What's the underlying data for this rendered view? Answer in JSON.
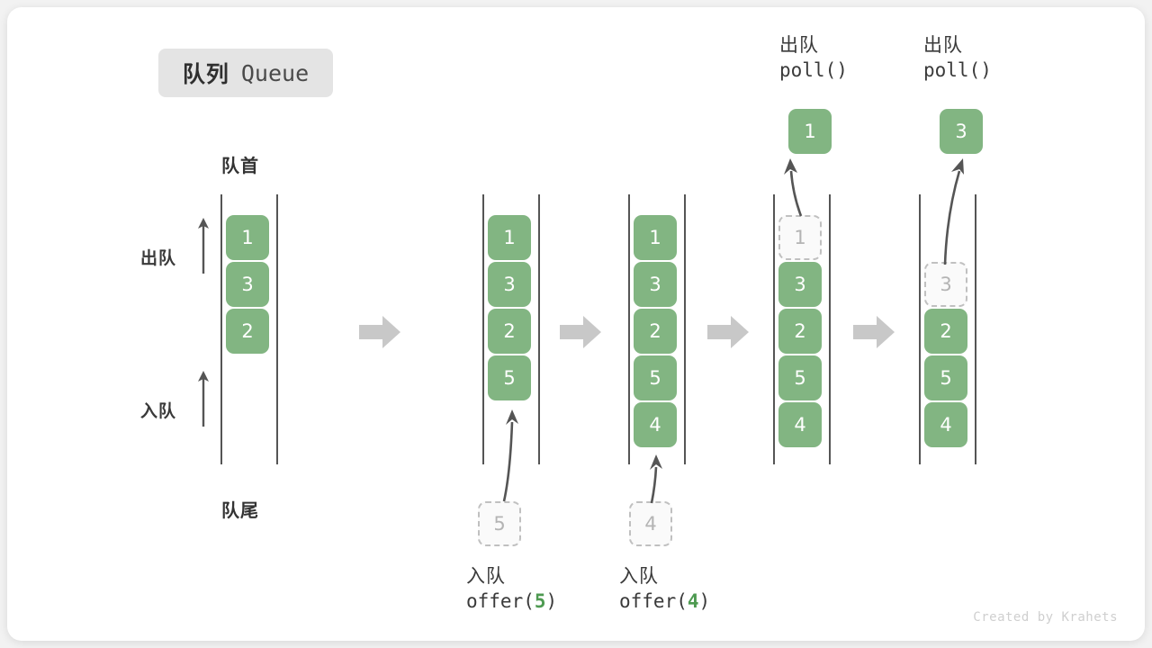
{
  "title": {
    "cn": "队列",
    "en": "Queue"
  },
  "labels": {
    "front": "队首",
    "rear": "队尾",
    "dequeue": "出队",
    "enqueue": "入队"
  },
  "colors": {
    "element": "#82b582",
    "ghost_border": "#c0c0c0",
    "ghost_text": "#b4b4b4",
    "rail": "#555555",
    "arrow": "#555555",
    "transition_arrow": "#c8c8c8",
    "badge_bg": "#e4e4e4",
    "code_number": "#4e9a51",
    "card_bg": "#ffffff",
    "page_bg": "#f2f2f2"
  },
  "columns": [
    {
      "id": "initial",
      "items": [
        {
          "value": "1",
          "state": "solid"
        },
        {
          "value": "3",
          "state": "solid"
        },
        {
          "value": "2",
          "state": "solid"
        }
      ]
    },
    {
      "id": "after-offer-5",
      "items": [
        {
          "value": "1",
          "state": "solid"
        },
        {
          "value": "3",
          "state": "solid"
        },
        {
          "value": "2",
          "state": "solid"
        },
        {
          "value": "5",
          "state": "solid"
        }
      ],
      "incoming": {
        "value": "5",
        "state": "ghost"
      }
    },
    {
      "id": "after-offer-4",
      "items": [
        {
          "value": "1",
          "state": "solid"
        },
        {
          "value": "3",
          "state": "solid"
        },
        {
          "value": "2",
          "state": "solid"
        },
        {
          "value": "5",
          "state": "solid"
        },
        {
          "value": "4",
          "state": "solid"
        }
      ],
      "incoming": {
        "value": "4",
        "state": "ghost"
      }
    },
    {
      "id": "after-poll-1",
      "items": [
        {
          "value": "1",
          "state": "ghost"
        },
        {
          "value": "3",
          "state": "solid"
        },
        {
          "value": "2",
          "state": "solid"
        },
        {
          "value": "5",
          "state": "solid"
        },
        {
          "value": "4",
          "state": "solid"
        }
      ],
      "outgoing": {
        "value": "1",
        "state": "solid"
      }
    },
    {
      "id": "after-poll-3",
      "items": [
        {
          "value": "",
          "state": "empty"
        },
        {
          "value": "3",
          "state": "ghost"
        },
        {
          "value": "2",
          "state": "solid"
        },
        {
          "value": "5",
          "state": "solid"
        },
        {
          "value": "4",
          "state": "solid"
        }
      ],
      "outgoing": {
        "value": "3",
        "state": "solid"
      }
    }
  ],
  "captions": {
    "offer5": {
      "cn": "入队",
      "code_prefix": "offer(",
      "code_num": "5",
      "code_suffix": ")"
    },
    "offer4": {
      "cn": "入队",
      "code_prefix": "offer(",
      "code_num": "4",
      "code_suffix": ")"
    },
    "poll1": {
      "cn": "出队",
      "code": "poll()"
    },
    "poll2": {
      "cn": "出队",
      "code": "poll()"
    }
  },
  "footer": "Created by Krahets"
}
